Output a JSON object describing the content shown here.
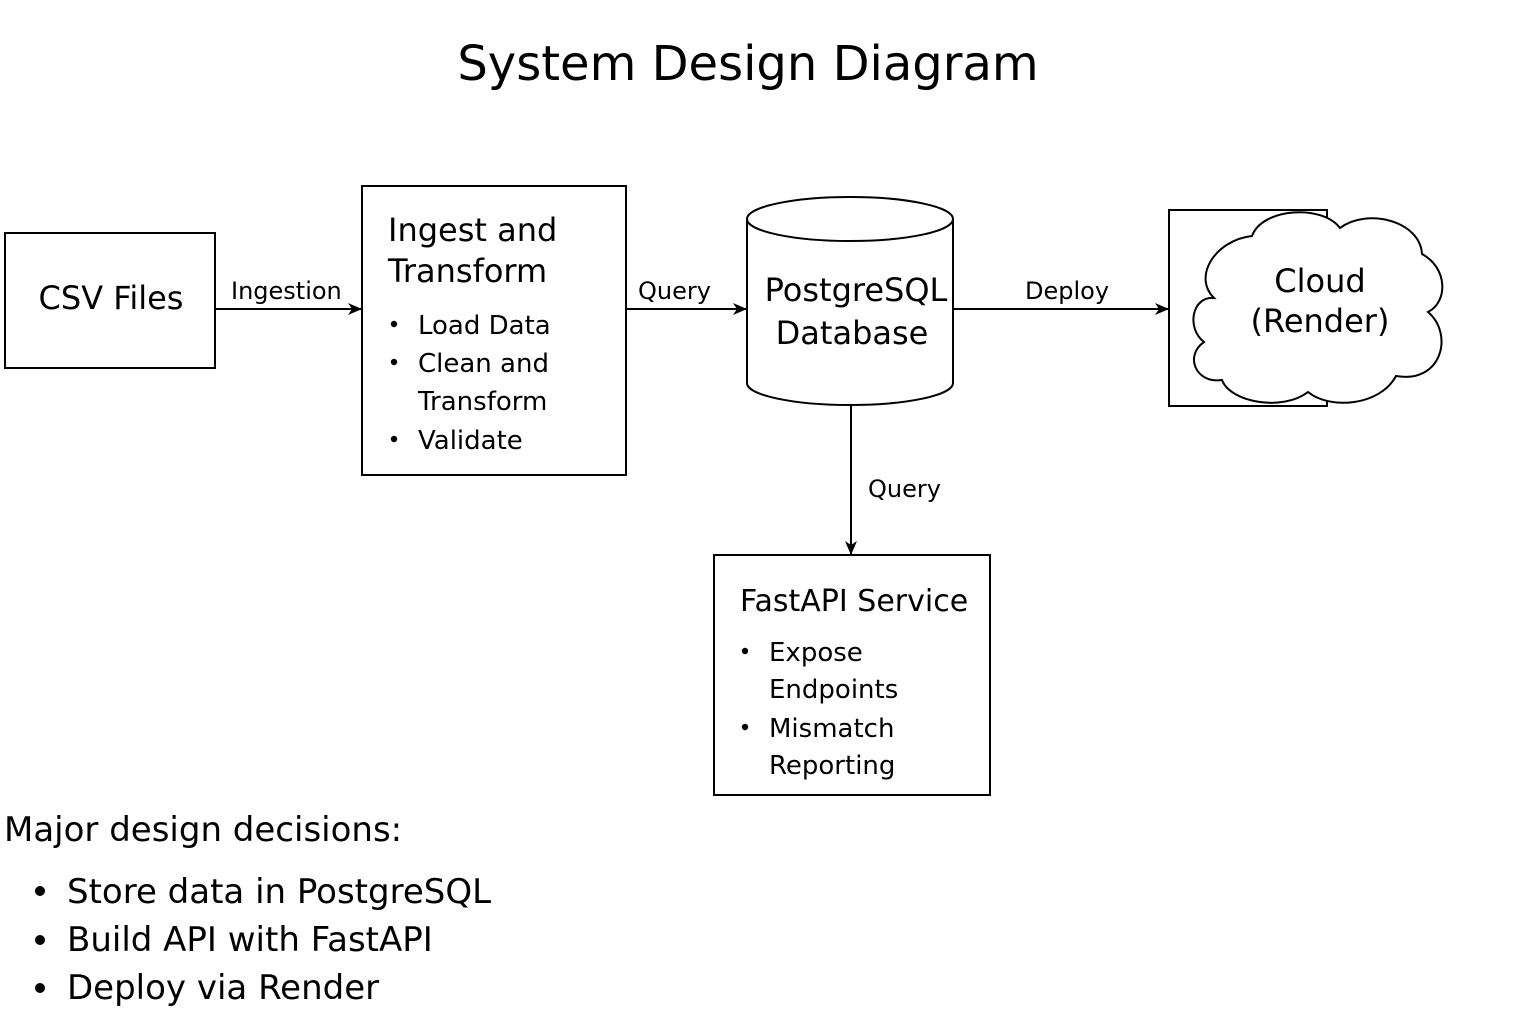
{
  "title": "System Design Diagram",
  "nodes": {
    "csv": {
      "label": "CSV Files"
    },
    "ingest": {
      "title_lines": [
        "Ingest and",
        "Transform"
      ],
      "bullets": [
        {
          "lines": [
            "Load Data"
          ]
        },
        {
          "lines": [
            "Clean and",
            "Transform"
          ]
        },
        {
          "lines": [
            "Validate"
          ]
        }
      ]
    },
    "database": {
      "label_lines": [
        "PostgreSQL",
        "Database"
      ]
    },
    "cloud": {
      "label_lines": [
        "Cloud",
        "(Render)"
      ]
    },
    "fastapi": {
      "title": "FastAPI Service",
      "bullets": [
        {
          "lines": [
            "Expose",
            "Endpoints"
          ]
        },
        {
          "lines": [
            "Mismatch",
            "Reporting"
          ]
        }
      ]
    }
  },
  "edges": {
    "csv_to_ingest": "Ingestion",
    "ingest_to_db": "Query",
    "db_to_cloud": "Deploy",
    "db_to_fastapi": "Query"
  },
  "decisions": {
    "heading": "Major design decisions:",
    "items": [
      "Store data in PostgreSQL",
      "Build API with FastAPI",
      "Deploy via Render"
    ]
  }
}
